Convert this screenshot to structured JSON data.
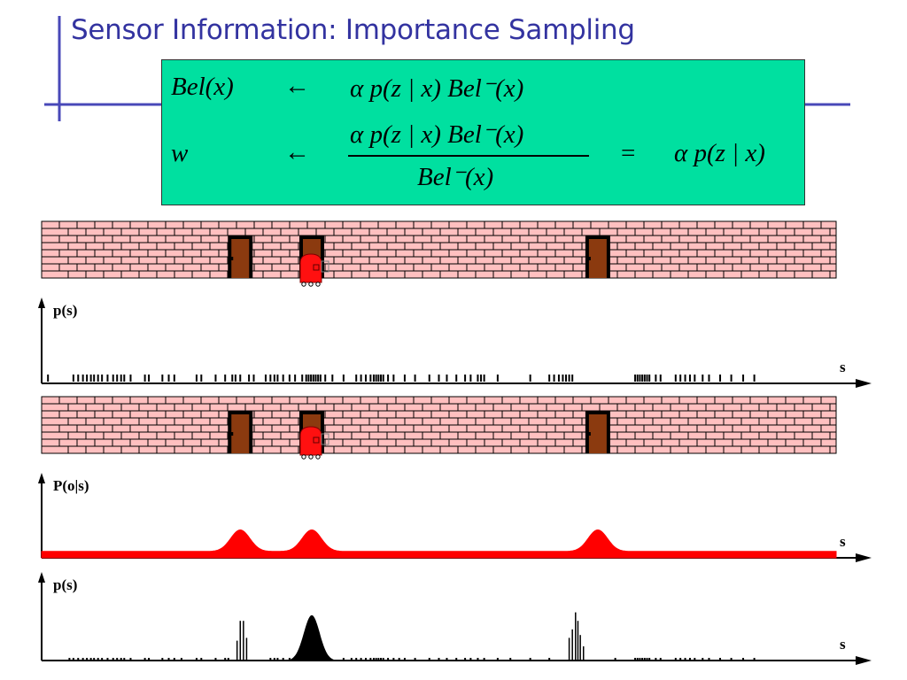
{
  "slide": {
    "title": "Sensor Information: Importance Sampling"
  },
  "formulas": {
    "line1": {
      "lhs": "Bel(x)",
      "arrow": "←",
      "rhs": "α p(z | x) Bel⁻(x)"
    },
    "line2": {
      "lhs": "w",
      "arrow": "←",
      "numerator": "α p(z | x) Bel⁻(x)",
      "denominator": "Bel⁻(x)",
      "equals": "=",
      "result": "α p(z | x)"
    }
  },
  "corridor": {
    "wall_color": "#ffc0c0",
    "mortar_color": "#000000",
    "door_color": "#8b3a0f",
    "robot_color": "#ff1010",
    "door_positions_s": [
      0.25,
      0.34,
      0.7
    ],
    "robot_position_s": 0.34
  },
  "plots": {
    "particles_prior": {
      "ylabel": "p(s)",
      "xlabel": "s",
      "particles_s": [
        0.008,
        0.04,
        0.046,
        0.052,
        0.057,
        0.062,
        0.066,
        0.071,
        0.076,
        0.083,
        0.09,
        0.095,
        0.1,
        0.104,
        0.112,
        0.13,
        0.135,
        0.152,
        0.16,
        0.167,
        0.195,
        0.201,
        0.219,
        0.231,
        0.24,
        0.244,
        0.25,
        0.261,
        0.267,
        0.282,
        0.288,
        0.293,
        0.297,
        0.304,
        0.312,
        0.319,
        0.328,
        0.333,
        0.336,
        0.339,
        0.342,
        0.345,
        0.348,
        0.351,
        0.357,
        0.366,
        0.38,
        0.396,
        0.402,
        0.408,
        0.414,
        0.418,
        0.421,
        0.424,
        0.427,
        0.43,
        0.436,
        0.443,
        0.457,
        0.47,
        0.488,
        0.5,
        0.51,
        0.522,
        0.533,
        0.54,
        0.549,
        0.553,
        0.557,
        0.574,
        0.615,
        0.639,
        0.645,
        0.651,
        0.656,
        0.66,
        0.664,
        0.668,
        0.747,
        0.75,
        0.753,
        0.756,
        0.759,
        0.762,
        0.765,
        0.773,
        0.779,
        0.798,
        0.804,
        0.81,
        0.816,
        0.822,
        0.832,
        0.84,
        0.854,
        0.868,
        0.883,
        0.897
      ]
    },
    "observation_likelihood": {
      "ylabel": "P(o|s)",
      "xlabel": "s",
      "baseline": 0.08,
      "peak_height": 0.27,
      "peak_width_s": 0.012,
      "peaks_s": [
        0.25,
        0.34,
        0.7
      ],
      "line_color": "#ff0000"
    },
    "weighted_particles": {
      "ylabel": "p(s)",
      "xlabel": "s",
      "background_particles_s": [
        0.035,
        0.04,
        0.046,
        0.052,
        0.057,
        0.062,
        0.066,
        0.071,
        0.076,
        0.083,
        0.09,
        0.095,
        0.1,
        0.104,
        0.112,
        0.13,
        0.135,
        0.152,
        0.16,
        0.167,
        0.176,
        0.195,
        0.201,
        0.219,
        0.231,
        0.235,
        0.288,
        0.293,
        0.297,
        0.304,
        0.312,
        0.319,
        0.38,
        0.39,
        0.396,
        0.402,
        0.408,
        0.414,
        0.418,
        0.421,
        0.424,
        0.427,
        0.43,
        0.436,
        0.443,
        0.45,
        0.457,
        0.47,
        0.488,
        0.5,
        0.51,
        0.522,
        0.533,
        0.54,
        0.549,
        0.557,
        0.574,
        0.59,
        0.615,
        0.639,
        0.722,
        0.747,
        0.75,
        0.753,
        0.756,
        0.759,
        0.762,
        0.765,
        0.773,
        0.779,
        0.798,
        0.804,
        0.81,
        0.816,
        0.822,
        0.832,
        0.84,
        0.854,
        0.868,
        0.883,
        0.897
      ],
      "peak_particles": [
        {
          "s": 0.246,
          "w": 0.35
        },
        {
          "s": 0.25,
          "w": 0.7
        },
        {
          "s": 0.254,
          "w": 0.7
        },
        {
          "s": 0.258,
          "w": 0.4
        },
        {
          "s": 0.664,
          "w": 0.4
        },
        {
          "s": 0.668,
          "w": 0.55
        },
        {
          "s": 0.672,
          "w": 0.85
        },
        {
          "s": 0.675,
          "w": 0.7
        },
        {
          "s": 0.678,
          "w": 0.45
        },
        {
          "s": 0.682,
          "w": 0.25
        }
      ],
      "mass_center_s": 0.34,
      "mass_peak": 0.8,
      "mass_width_s": 0.01
    }
  }
}
